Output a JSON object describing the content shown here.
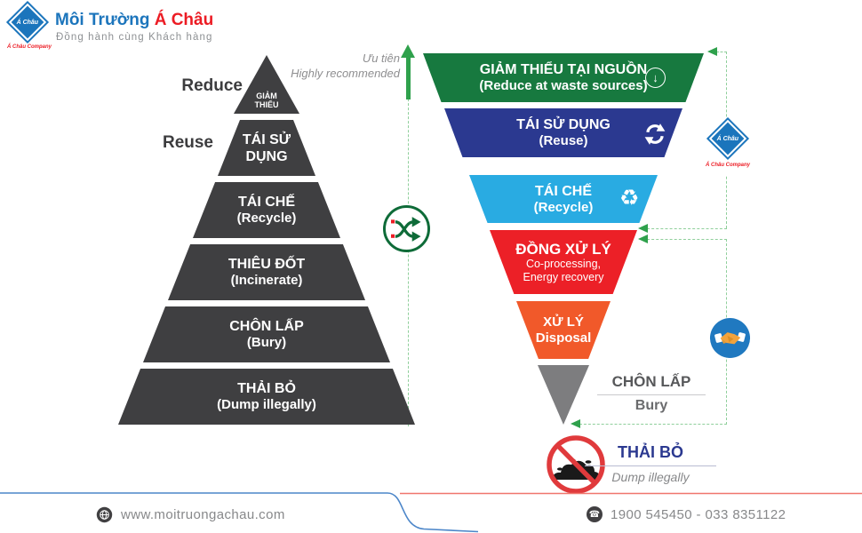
{
  "header": {
    "logo_diamond_text": "Á Châu",
    "logo_company_text": "Á Châu Company",
    "title_blue": "Môi Trường",
    "title_red": "Á Châu",
    "tagline": "Đồng hành cùng Khách hàng"
  },
  "priority_arrow": {
    "label_vi": "Ưu tiên",
    "label_en": "Highly recommended"
  },
  "pyramid": {
    "color": "#3F3F41",
    "levels": [
      {
        "outside_label": "Reduce",
        "line1": "GIẢM",
        "line2": "THIỂU"
      },
      {
        "outside_label": "Reuse",
        "line1": "TÁI SỬ",
        "line2": "DỤNG"
      },
      {
        "line1": "TÁI CHẾ",
        "line2": "(Recycle)"
      },
      {
        "line1": "THIÊU ĐỐT",
        "line2": "(Incinerate)"
      },
      {
        "line1": "CHÔN LẤP",
        "line2": "(Bury)"
      },
      {
        "line1": "THẢI BỎ",
        "line2": "(Dump illegally)"
      }
    ]
  },
  "funnel": {
    "levels": [
      {
        "line1": "GIẢM THIỂU TẠI NGUỒN",
        "line2": "(Reduce at waste sources)",
        "color": "#17793F"
      },
      {
        "line1": "TÁI SỬ DỤNG",
        "line2": "(Reuse)",
        "color": "#2B3990"
      },
      {
        "line1": "TÁI CHẾ",
        "line2": "(Recycle)",
        "color": "#29ABE2"
      },
      {
        "line1": "ĐỒNG XỬ LÝ",
        "line2": "Co-processing,",
        "line3": "Energy recovery",
        "color": "#EC2027"
      },
      {
        "line1": "XỬ LÝ",
        "line2": "Disposal",
        "color": "#F1592A"
      },
      {
        "line1": "CHÔN LẤP",
        "line2": "Bury",
        "color": "#7D7D7F"
      }
    ],
    "bottom": {
      "line1": "THẢI BỎ",
      "line2": "Dump illegally"
    }
  },
  "side_logo": {
    "diamond_text": "Á Châu",
    "company_text": "Á Châu Company"
  },
  "icons": {
    "down_arrow_glyph": "↓",
    "recycle_glyph": "♻",
    "phone_glyph": "☎"
  },
  "footer": {
    "website": "www.moitruongachau.com",
    "phone": "1900 545450 - 033 8351122"
  },
  "colors": {
    "accent_green": "#2FA14C",
    "dash_green": "#8FCF9B",
    "brand_blue": "#1B75BC",
    "brand_red": "#EC1C24"
  }
}
